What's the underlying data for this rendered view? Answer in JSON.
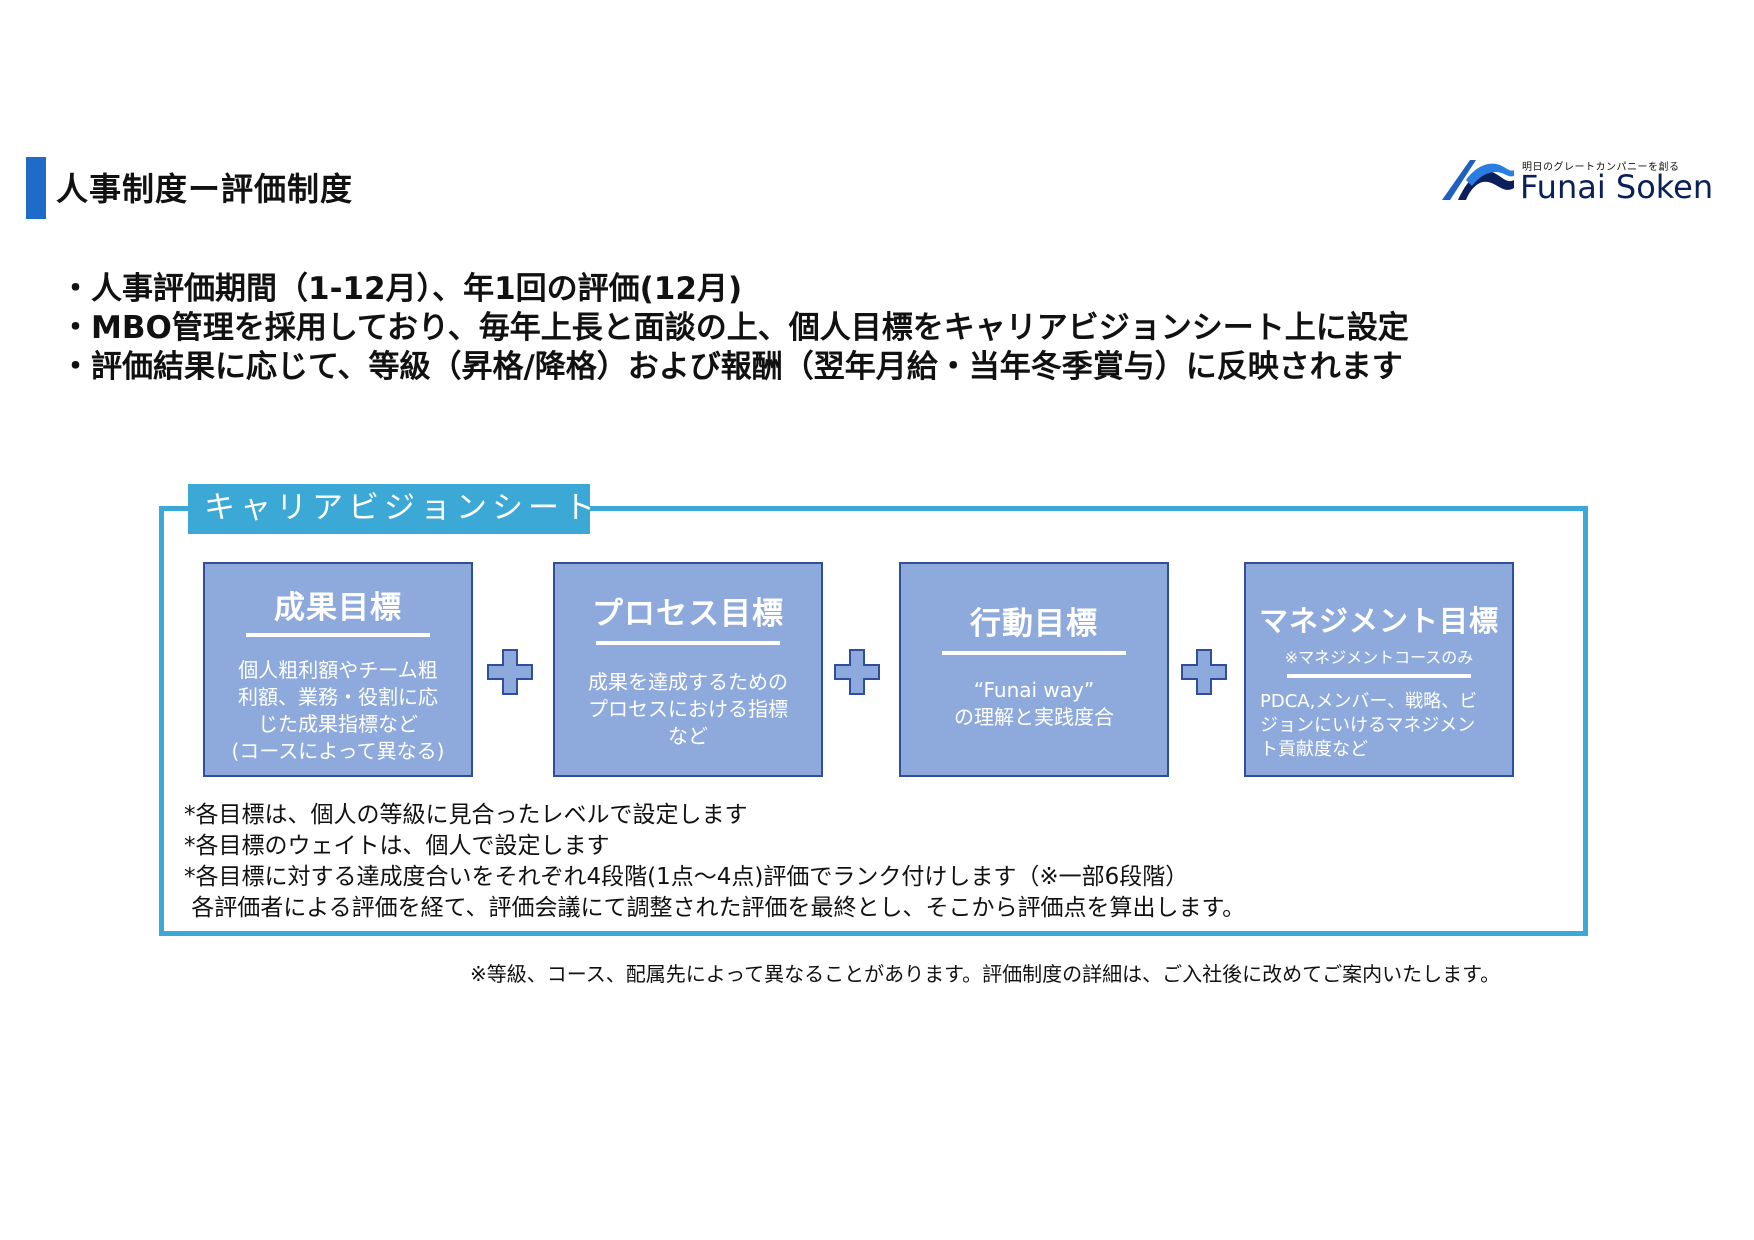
{
  "header": {
    "title": "人事制度ー評価制度"
  },
  "logo": {
    "tagline": "明日のグレートカンパニーを創る",
    "name": "Funai Soken",
    "brand_color": "#0a1f5c"
  },
  "bullets": [
    "・人事評価期間（1-12月）、年1回の評価(12月)",
    "・MBO管理を採用しており、毎年上長と面談の上、個人目標をキャリアビジョンシート上に設定",
    "・評価結果に応じて、等級（昇格/降格）および報酬（翌年月給・当年冬季賞与）に反映されます"
  ],
  "sheet": {
    "label": "キャリアビジョンシート",
    "accent_color": "#3ba8d6",
    "goals": [
      {
        "title": "成果目標",
        "desc": [
          "個人粗利額やチーム粗",
          "利額、業務・役割に応",
          "じた成果指標など",
          "(コースによって異なる)"
        ]
      },
      {
        "title": "プロセス目標",
        "desc": [
          "成果を達成するための",
          "プロセスにおける指標",
          "など"
        ]
      },
      {
        "title": "行動目標",
        "desc": [
          "“Funai way”",
          "の理解と実践度合"
        ]
      },
      {
        "title": "マネジメント目標",
        "sub": "※マネジメントコースのみ",
        "desc": [
          "PDCA,メンバー、戦略、ビ",
          "ジョンにいけるマネジメン",
          "ト貢献度など"
        ]
      }
    ],
    "notes": [
      "*各目標は、個人の等級に見合ったレベルで設定します",
      "*各目標のウェイトは、個人で設定します",
      "*各目標に対する達成度合いをそれぞれ4段階(1点～4点)評価でランク付けします（※一部6段階）",
      " 各評価者による評価を経て、評価会議にて調整された評価を最終とし、そこから評価点を算出します。"
    ]
  },
  "footnote": "※等級、コース、配属先によって異なることがあります。評価制度の詳細は、ご入社後に改めてご案内いたします。",
  "icons": {
    "plus": "plus-icon",
    "logo_mark": "wave-logo-icon"
  },
  "colors": {
    "title_bar": "#1f6bc8",
    "goal_fill": "#8eaadc",
    "goal_border": "#2f4f9a",
    "plus_fill": "#8eaadc"
  }
}
